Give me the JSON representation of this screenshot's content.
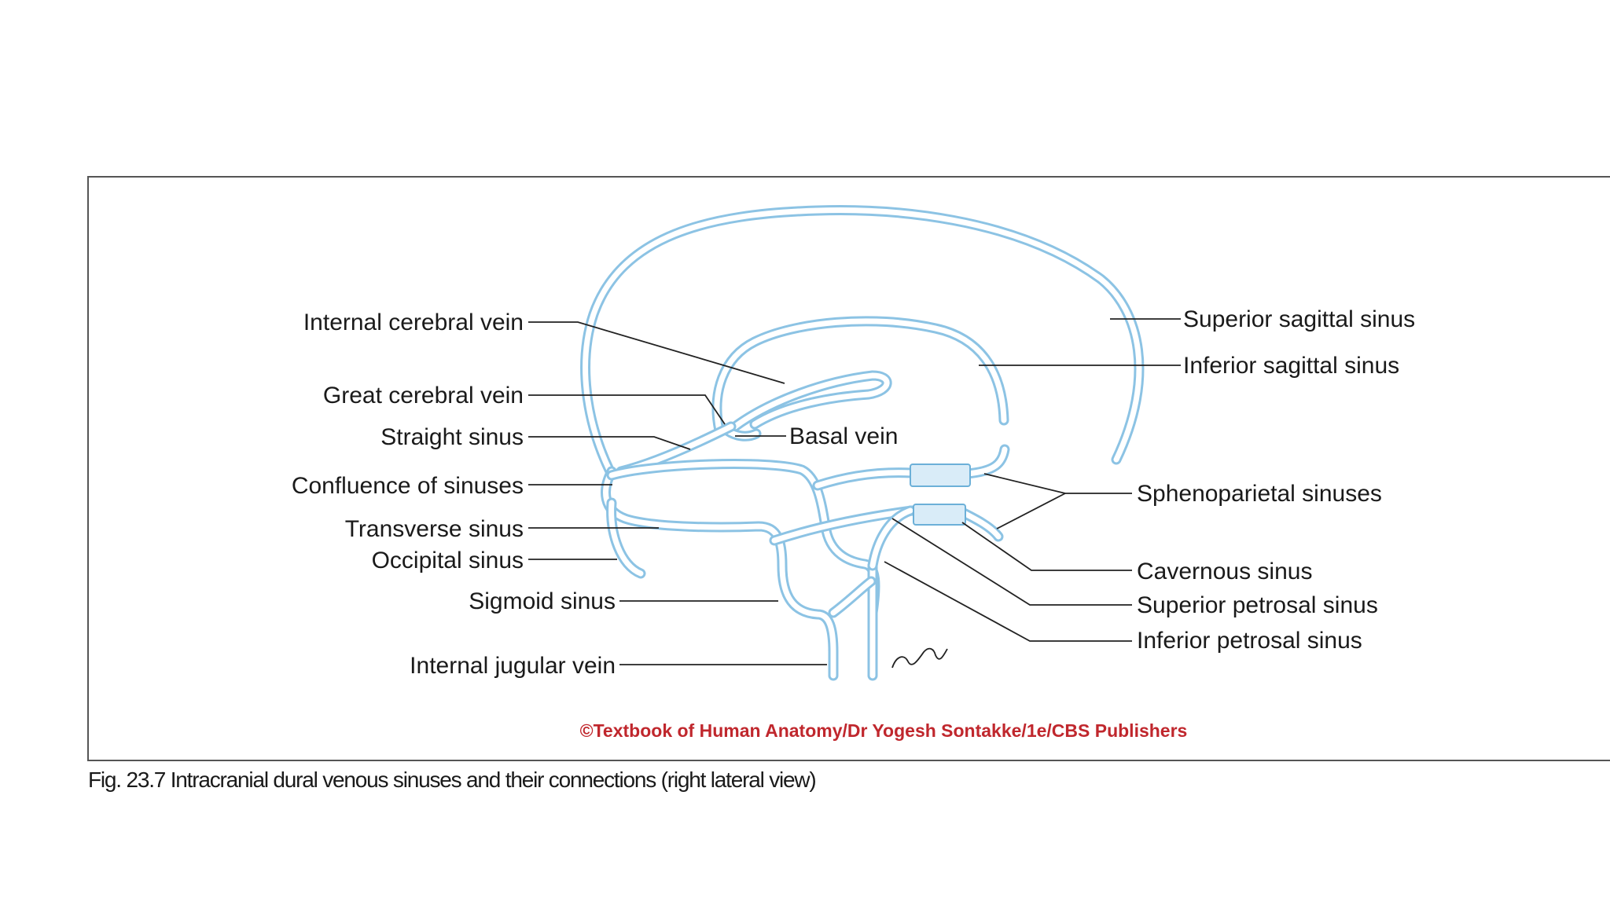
{
  "labels": {
    "internal_cerebral_vein": "Internal cerebral vein",
    "great_cerebral_vein": "Great cerebral vein",
    "straight_sinus": "Straight sinus",
    "confluence_of_sinuses": "Confluence of sinuses",
    "transverse_sinus": "Transverse sinus",
    "occipital_sinus": "Occipital sinus",
    "sigmoid_sinus": "Sigmoid sinus",
    "internal_jugular_vein": "Internal jugular vein",
    "basal_vein": "Basal vein",
    "superior_sagittal_sinus": "Superior sagittal sinus",
    "inferior_sagittal_sinus": "Inferior sagittal sinus",
    "sphenoparietal_sinuses": "Sphenoparietal sinuses",
    "cavernous_sinus": "Cavernous sinus",
    "superior_petrosal_sinus": "Superior petrosal sinus",
    "inferior_petrosal_sinus": "Inferior petrosal sinus"
  },
  "signature": "yogesh",
  "copyright": "©Textbook of Human Anatomy/Dr Yogesh Sontakke/1e/CBS Publishers",
  "caption": "Fig. 23.7 Intracranial dural venous sinuses and their connections (right lateral view)",
  "colors": {
    "vessel": "#8cc3e4",
    "copyright": "#c0272d",
    "text": "#1a1a1a"
  }
}
